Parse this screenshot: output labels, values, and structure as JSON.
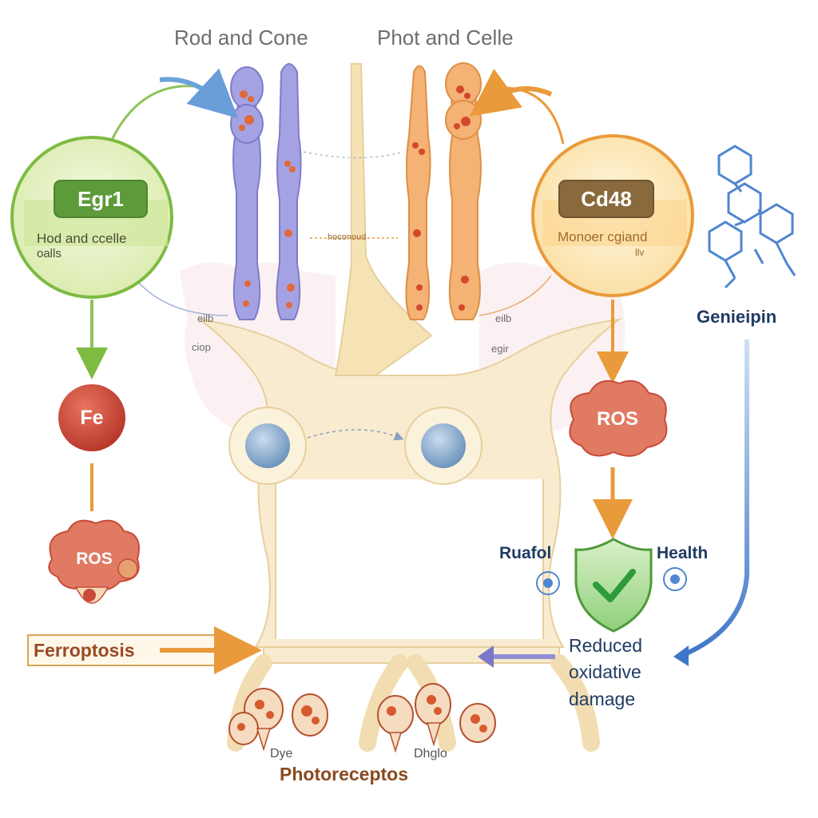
{
  "titles": {
    "left": "Rod and Cone",
    "right": "Phot and Celle"
  },
  "egr1": {
    "badge": "Egr1",
    "line1": "Hod and ccelle",
    "line2": "oalls"
  },
  "cd48": {
    "badge": "Cd48",
    "line1": "Monoer cgiand",
    "line2": "llv"
  },
  "genipin": {
    "label": "Genieipin"
  },
  "left_path": {
    "fe": "Fe",
    "ros": "ROS",
    "outcome": "Ferroptosis"
  },
  "right_path": {
    "ros": "ROS",
    "left_word": "Ruafol",
    "right_word": "Health"
  },
  "reduced": {
    "line1": "Reduced",
    "line2": "oxidative",
    "line3": "damage"
  },
  "cell_labels": {
    "middle": "hoconoud",
    "l_top": "eilb",
    "l_mid": "ciop",
    "r_top": "eilb",
    "r_mid": "egir"
  },
  "bottom": {
    "left_small": "Dye",
    "right_small": "Dhglo",
    "main": "Photoreceptos"
  },
  "colors": {
    "green": "#7dbb42",
    "orange": "#e99a3a",
    "purple": "#8f8fd6",
    "cream": "#f7e7c6",
    "red": "#c94a3a",
    "navy": "#1f3b63",
    "blue": "#4a7fc9"
  }
}
